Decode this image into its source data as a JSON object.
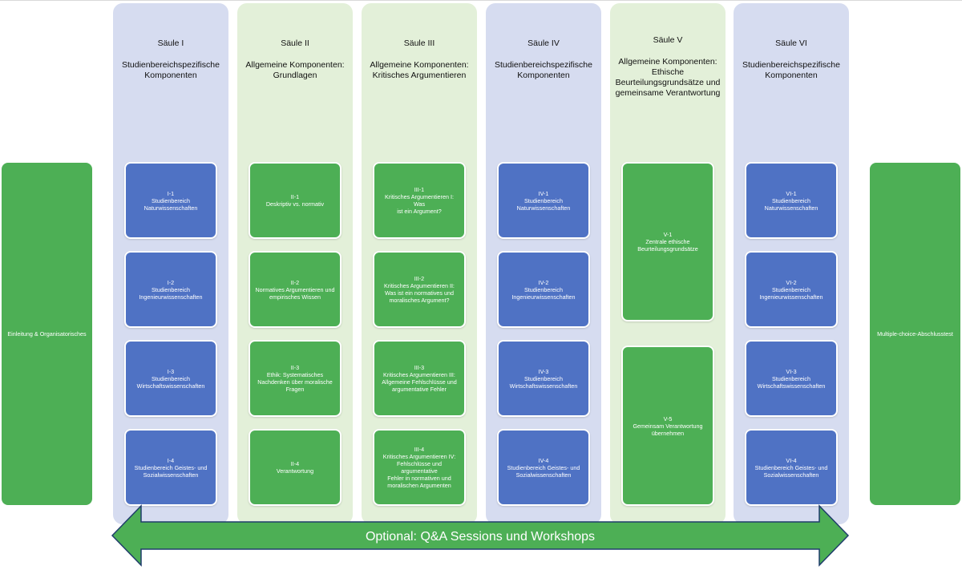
{
  "arrow_label": "Optional: Q&A Sessions und Workshops",
  "left_box": "Einleitung & Organisatorisches",
  "right_box": "Multiple-choice-Abschlusstest",
  "columns": [
    {
      "title": "Säule I",
      "subtitle": "Studienbereichspezifische Komponenten",
      "modules": [
        {
          "id": "I-1",
          "text": "Studienbereich\nNaturwissenschaften"
        },
        {
          "id": "I-2",
          "text": "Studienbereich\nIngenieurwissenschaften"
        },
        {
          "id": "I-3",
          "text": "Studienbereich\nWirtschaftswissenschaften"
        },
        {
          "id": "I-4",
          "text": "Studienbereich Geistes- und\nSozialwissenschaften"
        }
      ]
    },
    {
      "title": "Säule II",
      "subtitle": "Allgemeine Komponenten: Grundlagen",
      "modules": [
        {
          "id": "II-1",
          "text": "Deskriptiv vs. normativ"
        },
        {
          "id": "II-2",
          "text": "Normatives Argumentieren und\nempirisches Wissen"
        },
        {
          "id": "II-3",
          "text": "Ethik: Systematisches\nNachdenken über moralische\nFragen"
        },
        {
          "id": "II-4",
          "text": "Verantwortung"
        }
      ]
    },
    {
      "title": "Säule III",
      "subtitle": "Allgemeine Komponenten: Kritisches Argumentieren",
      "modules": [
        {
          "id": "III-1",
          "text": "Kritisches Argumentieren I: Was\nist ein Argument?"
        },
        {
          "id": "III-2",
          "text": "Kritisches Argumentieren II:\nWas ist ein normatives und\nmoralisches Argument?"
        },
        {
          "id": "III-3",
          "text": "Kritisches Argumentieren III:\nAllgemeine Fehlschlüsse und\nargumentative Fehler"
        },
        {
          "id": "III-4",
          "text": "Kritisches Argumentieren IV:\nFehlschlüsse und argumentative\nFehler in normativen und\nmoralischen Argumenten"
        }
      ]
    },
    {
      "title": "Säule IV",
      "subtitle": "Studienbereichspezifische Komponenten",
      "modules": [
        {
          "id": "IV-1",
          "text": "Studienbereich\nNaturwissenschaften"
        },
        {
          "id": "IV-2",
          "text": "Studienbereich\nIngenieurwissenschaften"
        },
        {
          "id": "IV-3",
          "text": "Studienbereich\nWirtschaftswissenschaften"
        },
        {
          "id": "IV-4",
          "text": "Studienbereich Geistes- und\nSozialwissenschaften"
        }
      ]
    },
    {
      "title": "Säule V",
      "subtitle": "Allgemeine Komponenten: Ethische Beurteilungsgrundsätze und gemeinsame Verantwortung",
      "modules": [
        {
          "id": "V-1",
          "text": "Zentrale ethische\nBeurteilungsgrundsätze"
        },
        {
          "id": "V-5",
          "text": "Gemeinsam Verantwortung\nübernehmen"
        }
      ]
    },
    {
      "title": "Säule VI",
      "subtitle": "Studienbereichspezifische Komponenten",
      "modules": [
        {
          "id": "VI-1",
          "text": "Studienbereich\nNaturwissenschaften"
        },
        {
          "id": "VI-2",
          "text": "Studienbereich\nIngenieurwissenschaften"
        },
        {
          "id": "VI-3",
          "text": "Studienbereich\nWirtschaftswissenschaften"
        },
        {
          "id": "VI-4",
          "text": "Studienbereich Geistes- und\nSozialwissenschaften"
        }
      ]
    }
  ]
}
